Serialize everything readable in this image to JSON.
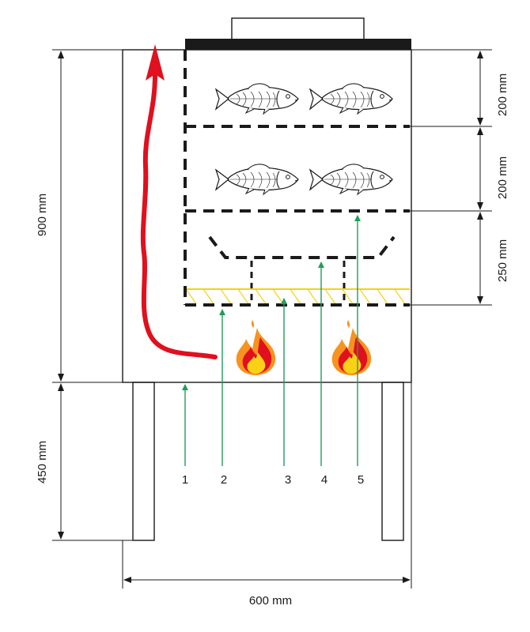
{
  "dimensions": {
    "total_height": "900 mm",
    "legs_height": "450 mm",
    "width": "600 mm",
    "shelf_top": "200 mm",
    "shelf_middle": "200 mm",
    "shelf_bottom": "250 mm"
  },
  "markers": [
    {
      "number": "1"
    },
    {
      "number": "2"
    },
    {
      "number": "3"
    },
    {
      "number": "4"
    },
    {
      "number": "5"
    }
  ],
  "colors": {
    "outline": "#1a1a1a",
    "smoke_arrow": "#e0101e",
    "pointer_lines": "#1e9e5a",
    "grate": "#f2d313",
    "flame_outer": "#f7931e",
    "flame_inner": "#e0101e",
    "flame_core": "#fbd117"
  },
  "icons": [
    "fish-icon",
    "flame-icon",
    "smoke-arrow-icon"
  ]
}
